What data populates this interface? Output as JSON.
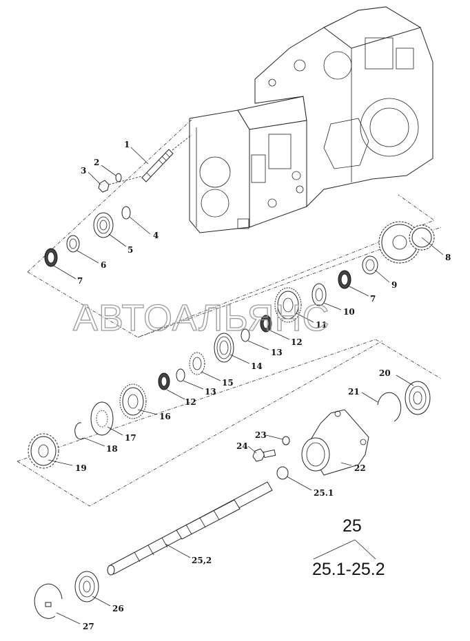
{
  "watermark": "АВТОАЛЬЯНС",
  "callouts": {
    "c1": "1",
    "c2": "2",
    "c3": "3",
    "c4": "4",
    "c5": "5",
    "c6": "6",
    "c7a": "7",
    "c7b": "7",
    "c8": "8",
    "c9": "9",
    "c10": "10",
    "c11": "11",
    "c12a": "12",
    "c12b": "12",
    "c13a": "13",
    "c13b": "13",
    "c14": "14",
    "c15": "15",
    "c16": "16",
    "c17": "17",
    "c18": "18",
    "c19": "19",
    "c20": "20",
    "c21": "21",
    "c22": "22",
    "c23": "23",
    "c24": "24",
    "c25_1": "25.1",
    "c25_2": "25,2",
    "c26": "26",
    "c27": "27"
  },
  "assembly_legend": {
    "assembly": "25",
    "range": "25.1-25.2"
  }
}
